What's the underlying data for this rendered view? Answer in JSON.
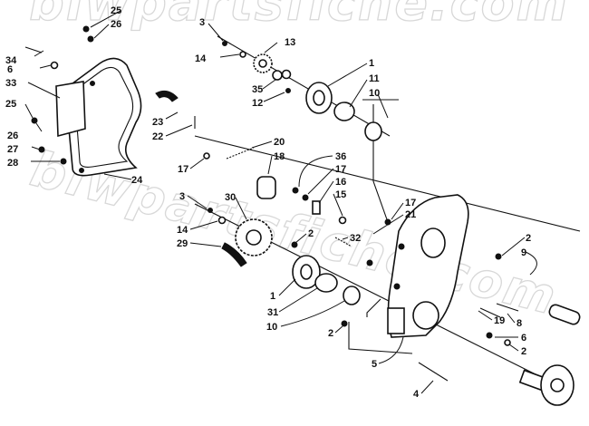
{
  "watermark": "blwpartsfiche.com",
  "callouts": [
    {
      "id": "c25a",
      "text": "25"
    },
    {
      "id": "c26a",
      "text": "26"
    },
    {
      "id": "c34",
      "text": "34"
    },
    {
      "id": "c6a",
      "text": "6"
    },
    {
      "id": "c33",
      "text": "33"
    },
    {
      "id": "c25b",
      "text": "25"
    },
    {
      "id": "c26b",
      "text": "26"
    },
    {
      "id": "c27",
      "text": "27"
    },
    {
      "id": "c28",
      "text": "28"
    },
    {
      "id": "c24",
      "text": "24"
    },
    {
      "id": "c3a",
      "text": "3"
    },
    {
      "id": "c14a",
      "text": "14"
    },
    {
      "id": "c13",
      "text": "13"
    },
    {
      "id": "c35",
      "text": "35"
    },
    {
      "id": "c12",
      "text": "12"
    },
    {
      "id": "c1a",
      "text": "1"
    },
    {
      "id": "c11",
      "text": "11"
    },
    {
      "id": "c10a",
      "text": "10"
    },
    {
      "id": "c23",
      "text": "23"
    },
    {
      "id": "c22",
      "text": "22"
    },
    {
      "id": "c20",
      "text": "20"
    },
    {
      "id": "c18",
      "text": "18"
    },
    {
      "id": "c17a",
      "text": "17"
    },
    {
      "id": "c36",
      "text": "36"
    },
    {
      "id": "c17b",
      "text": "17"
    },
    {
      "id": "c16",
      "text": "16"
    },
    {
      "id": "c15",
      "text": "15"
    },
    {
      "id": "c17c",
      "text": "17"
    },
    {
      "id": "c21",
      "text": "21"
    },
    {
      "id": "c3b",
      "text": "3"
    },
    {
      "id": "c30",
      "text": "30"
    },
    {
      "id": "c2a",
      "text": "2"
    },
    {
      "id": "c32",
      "text": "32"
    },
    {
      "id": "c14b",
      "text": "14"
    },
    {
      "id": "c29",
      "text": "29"
    },
    {
      "id": "c2b",
      "text": "2"
    },
    {
      "id": "c9",
      "text": "9"
    },
    {
      "id": "c1b",
      "text": "1"
    },
    {
      "id": "c31",
      "text": "31"
    },
    {
      "id": "c10b",
      "text": "10"
    },
    {
      "id": "c2c",
      "text": "2"
    },
    {
      "id": "c19",
      "text": "19"
    },
    {
      "id": "c8",
      "text": "8"
    },
    {
      "id": "c6b",
      "text": "6"
    },
    {
      "id": "c2d",
      "text": "2"
    },
    {
      "id": "c5",
      "text": "5"
    },
    {
      "id": "c4",
      "text": "4"
    }
  ]
}
